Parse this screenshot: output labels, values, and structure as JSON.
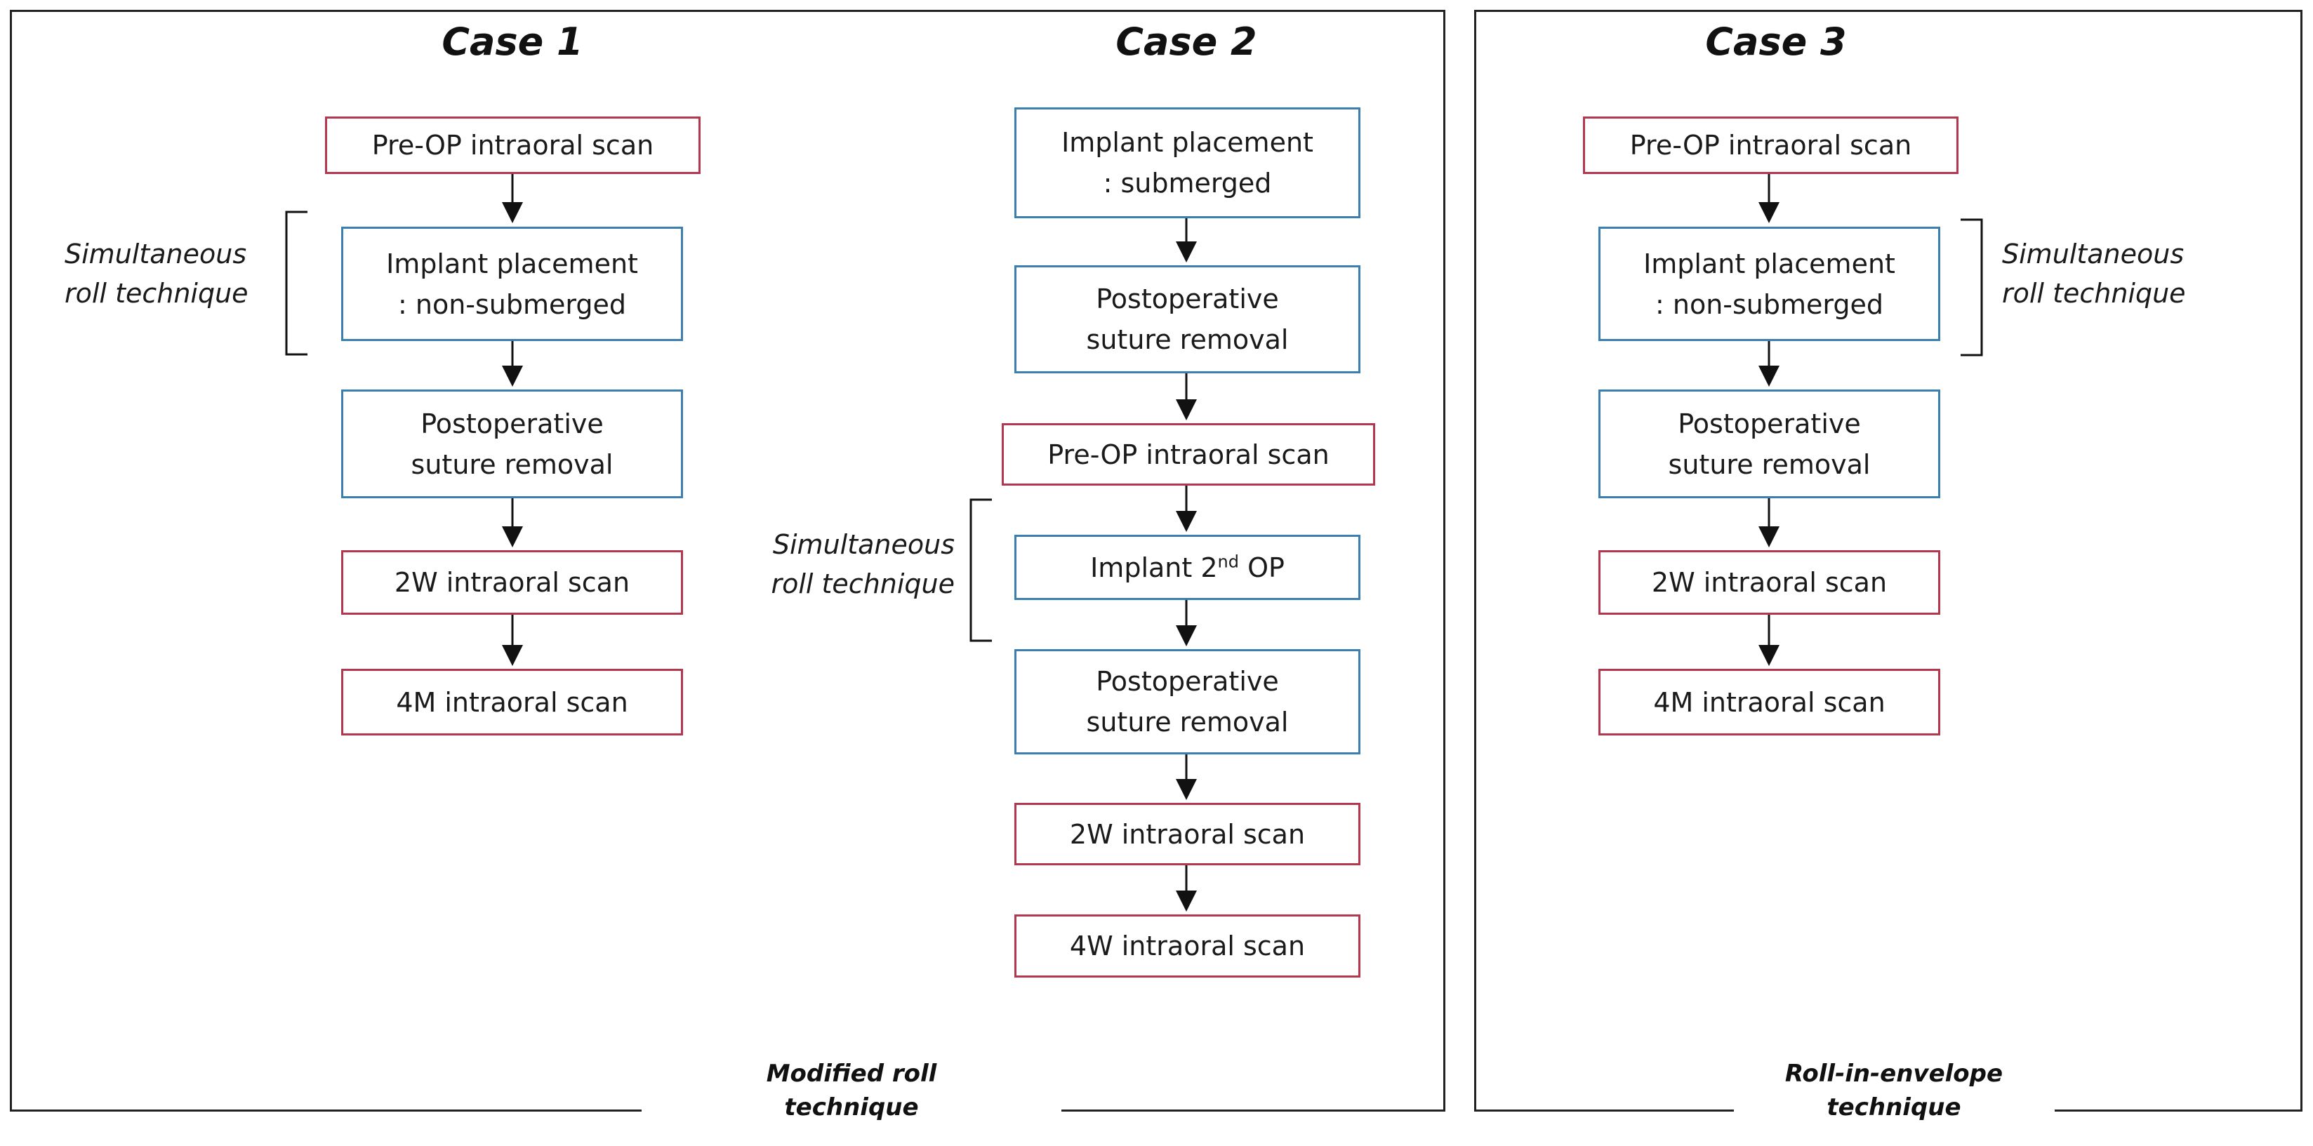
{
  "cases": {
    "case1": {
      "title": "Case 1",
      "step1": "Pre-OP intraoral scan",
      "step2_line1": "Implant placement",
      "step2_line2": ": non-submerged",
      "step3_line1": "Postoperative",
      "step3_line2": "suture removal",
      "step4": "2W intraoral scan",
      "step5": "4M intraoral scan",
      "note_line1": "Simultaneous",
      "note_line2": "roll technique"
    },
    "case2": {
      "title": "Case 2",
      "step1_line1": "Implant placement",
      "step1_line2": ": submerged",
      "step2_line1": "Postoperative",
      "step2_line2": "suture removal",
      "step3": "Pre-OP intraoral scan",
      "step4_prefix": "Implant 2",
      "step4_sup": "nd",
      "step4_suffix": " OP",
      "step5_line1": "Postoperative",
      "step5_line2": "suture removal",
      "step6": "2W intraoral scan",
      "step7": "4W intraoral scan",
      "note_line1": "Simultaneous",
      "note_line2": "roll technique"
    },
    "case3": {
      "title": "Case 3",
      "step1": "Pre-OP intraoral scan",
      "step2_line1": "Implant placement",
      "step2_line2": ": non-submerged",
      "step3_line1": "Postoperative",
      "step3_line2": "suture removal",
      "step4": "2W intraoral scan",
      "step5": "4M intraoral scan",
      "note_line1": "Simultaneous",
      "note_line2": "roll technique"
    }
  },
  "footers": {
    "left_line1": "Modified roll",
    "left_line2": "technique",
    "right_line1": "Roll-in-envelope",
    "right_line2": "technique"
  },
  "colors": {
    "scan_border": "#b5374f",
    "procedure_border": "#3a7fb0"
  }
}
